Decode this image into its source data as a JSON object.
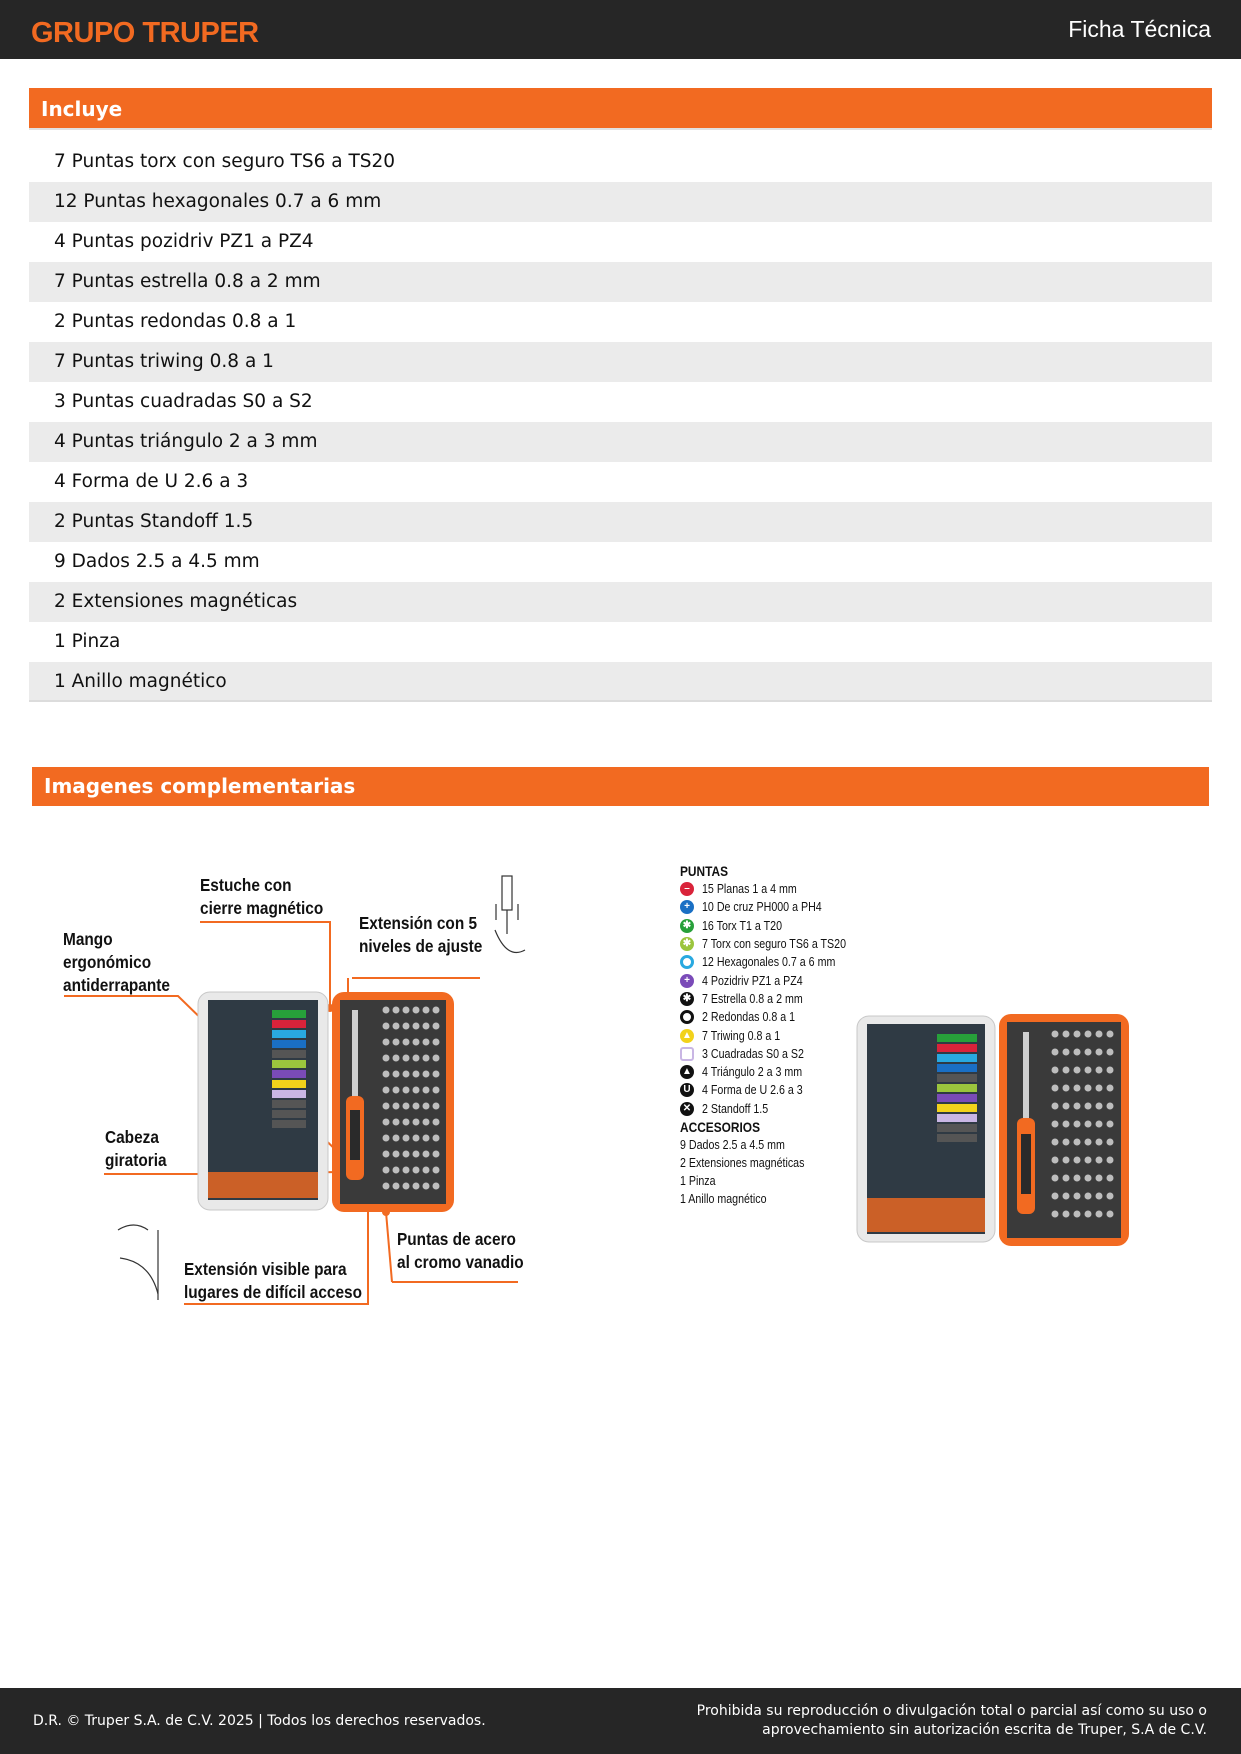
{
  "header": {
    "brand": "GRUPO TRUPER",
    "doc_type": "Ficha Técnica"
  },
  "includes": {
    "title": "Incluye",
    "items": [
      "7 Puntas torx con seguro TS6 a TS20",
      "12 Puntas hexagonales 0.7 a 6 mm",
      "4 Puntas pozidriv PZ1 a PZ4",
      "7 Puntas estrella 0.8 a 2 mm",
      "2 Puntas redondas 0.8 a 1",
      "7 Puntas triwing 0.8 a 1",
      "3 Puntas cuadradas S0 a S2",
      "4 Puntas triángulo 2 a 3 mm",
      "4 Forma de U 2.6 a 3",
      "2 Puntas Standoff 1.5",
      "9 Dados 2.5 a 4.5 mm",
      "2 Extensiones magnéticas",
      "1 Pinza",
      "1 Anillo magnético"
    ]
  },
  "images": {
    "title": "Imagenes complementarias",
    "figure1": {
      "callouts": {
        "case": "Estuche con\ncierre magnético",
        "extension": "Extensión con 5\nniveles de ajuste",
        "handle": "Mango\nergonómico\nantiderrapante",
        "head": "Cabeza\ngiratoria",
        "bits": "Puntas de acero\nal cromo vanadio",
        "flex": "Extensión visible para\nlugares de difícil acceso"
      }
    },
    "figure2": {
      "tips_title": "PUNTAS",
      "tips": [
        {
          "label": "15 Planas 1 a 4 mm",
          "color": "#d9233a",
          "glyph": "–"
        },
        {
          "label": "10 De cruz PH000 a PH4",
          "color": "#1a6fc4",
          "glyph": "+"
        },
        {
          "label": "16 Torx T1 a T20",
          "color": "#27a03a",
          "glyph": "✱"
        },
        {
          "label": "7 Torx con seguro TS6 a TS20",
          "color": "#9bc53d",
          "glyph": "✱"
        },
        {
          "label": "12 Hexagonales 0.7 a 6 mm",
          "color": "#29a9e0",
          "glyph": ""
        },
        {
          "label": "4 Pozidriv PZ1 a PZ4",
          "color": "#7a4bb8",
          "glyph": "+"
        },
        {
          "label": "7 Estrella 0.8 a 2 mm",
          "color": "#111111",
          "glyph": "✱"
        },
        {
          "label": "2 Redondas 0.8 a 1",
          "color": "#111111",
          "glyph": ""
        },
        {
          "label": "7 Triwing 0.8 a 1",
          "color": "#f2d21b",
          "glyph": "▲"
        },
        {
          "label": "3 Cuadradas S0 a S2",
          "color": "#c9b6e4",
          "glyph": ""
        },
        {
          "label": "4 Triángulo 2 a 3 mm",
          "color": "#111111",
          "glyph": "▲"
        },
        {
          "label": "4 Forma de U 2.6 a 3",
          "color": "#111111",
          "glyph": "U"
        },
        {
          "label": "2 Standoff 1.5",
          "color": "#111111",
          "glyph": "✕"
        }
      ],
      "accessories_title": "ACCESORIOS",
      "accessories": [
        "9 Dados 2.5 a 4.5 mm",
        "2 Extensiones magnéticas",
        "1 Pinza",
        "1 Anillo magnético"
      ]
    }
  },
  "footer": {
    "left": "D.R. © Truper S.A. de C.V. 2025 | Todos los derechos reservados.",
    "right": "Prohibida su reproducción o divulgación total o parcial así como su uso o\naprovechamiento sin autorización escrita de Truper, S.A de C.V."
  },
  "colors": {
    "accent": "#f26a21",
    "header_bg": "#262626",
    "stripe": "#ebebeb"
  }
}
